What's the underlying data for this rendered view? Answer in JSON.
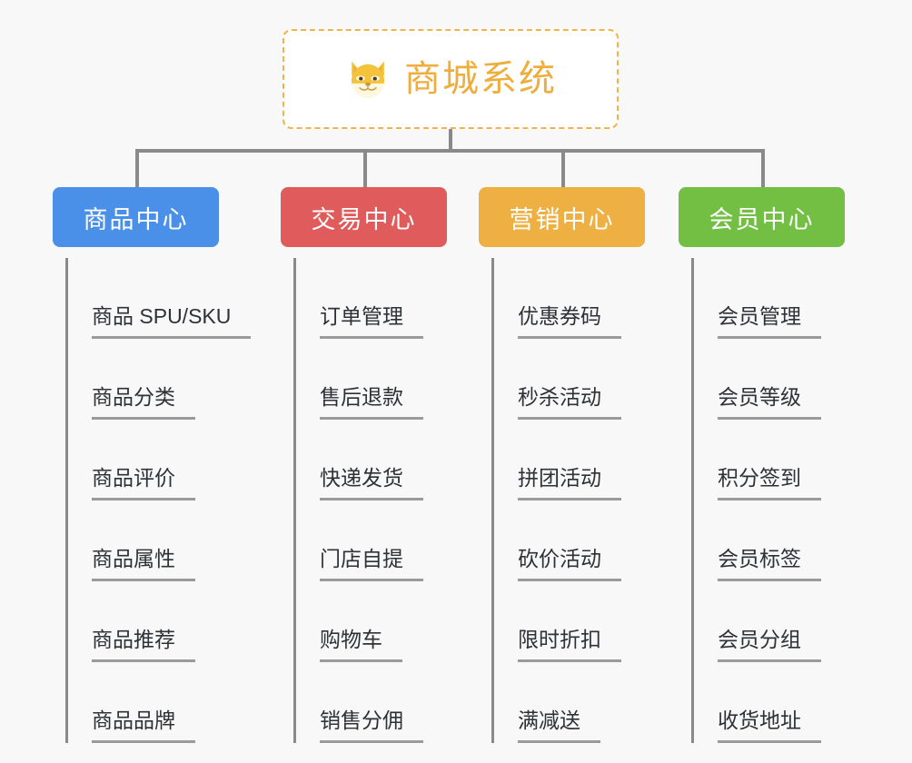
{
  "background_color": "#f8f8f8",
  "root": {
    "title": "商城系统",
    "icon": "shiba-dog-face-icon",
    "text_color": "#eeae3e",
    "border_color": "#f0b44a",
    "background": "#ffffff"
  },
  "connector_color": "#8a8a8a",
  "branches": [
    {
      "label": "商品中心",
      "color": "#4a90e8",
      "leaves": [
        "商品 SPU/SKU",
        "商品分类",
        "商品评价",
        "商品属性",
        "商品推荐",
        "商品品牌"
      ]
    },
    {
      "label": "交易中心",
      "color": "#e05c5c",
      "leaves": [
        "订单管理",
        "售后退款",
        "快递发货",
        "门店自提",
        "购物车",
        "销售分佣"
      ]
    },
    {
      "label": "营销中心",
      "color": "#eeaf43",
      "leaves": [
        "优惠券码",
        "秒杀活动",
        "拼团活动",
        "砍价活动",
        "限时折扣",
        "满减送"
      ]
    },
    {
      "label": "会员中心",
      "color": "#72bf44",
      "leaves": [
        "会员管理",
        "会员等级",
        "积分签到",
        "会员标签",
        "会员分组",
        "收货地址"
      ]
    }
  ]
}
